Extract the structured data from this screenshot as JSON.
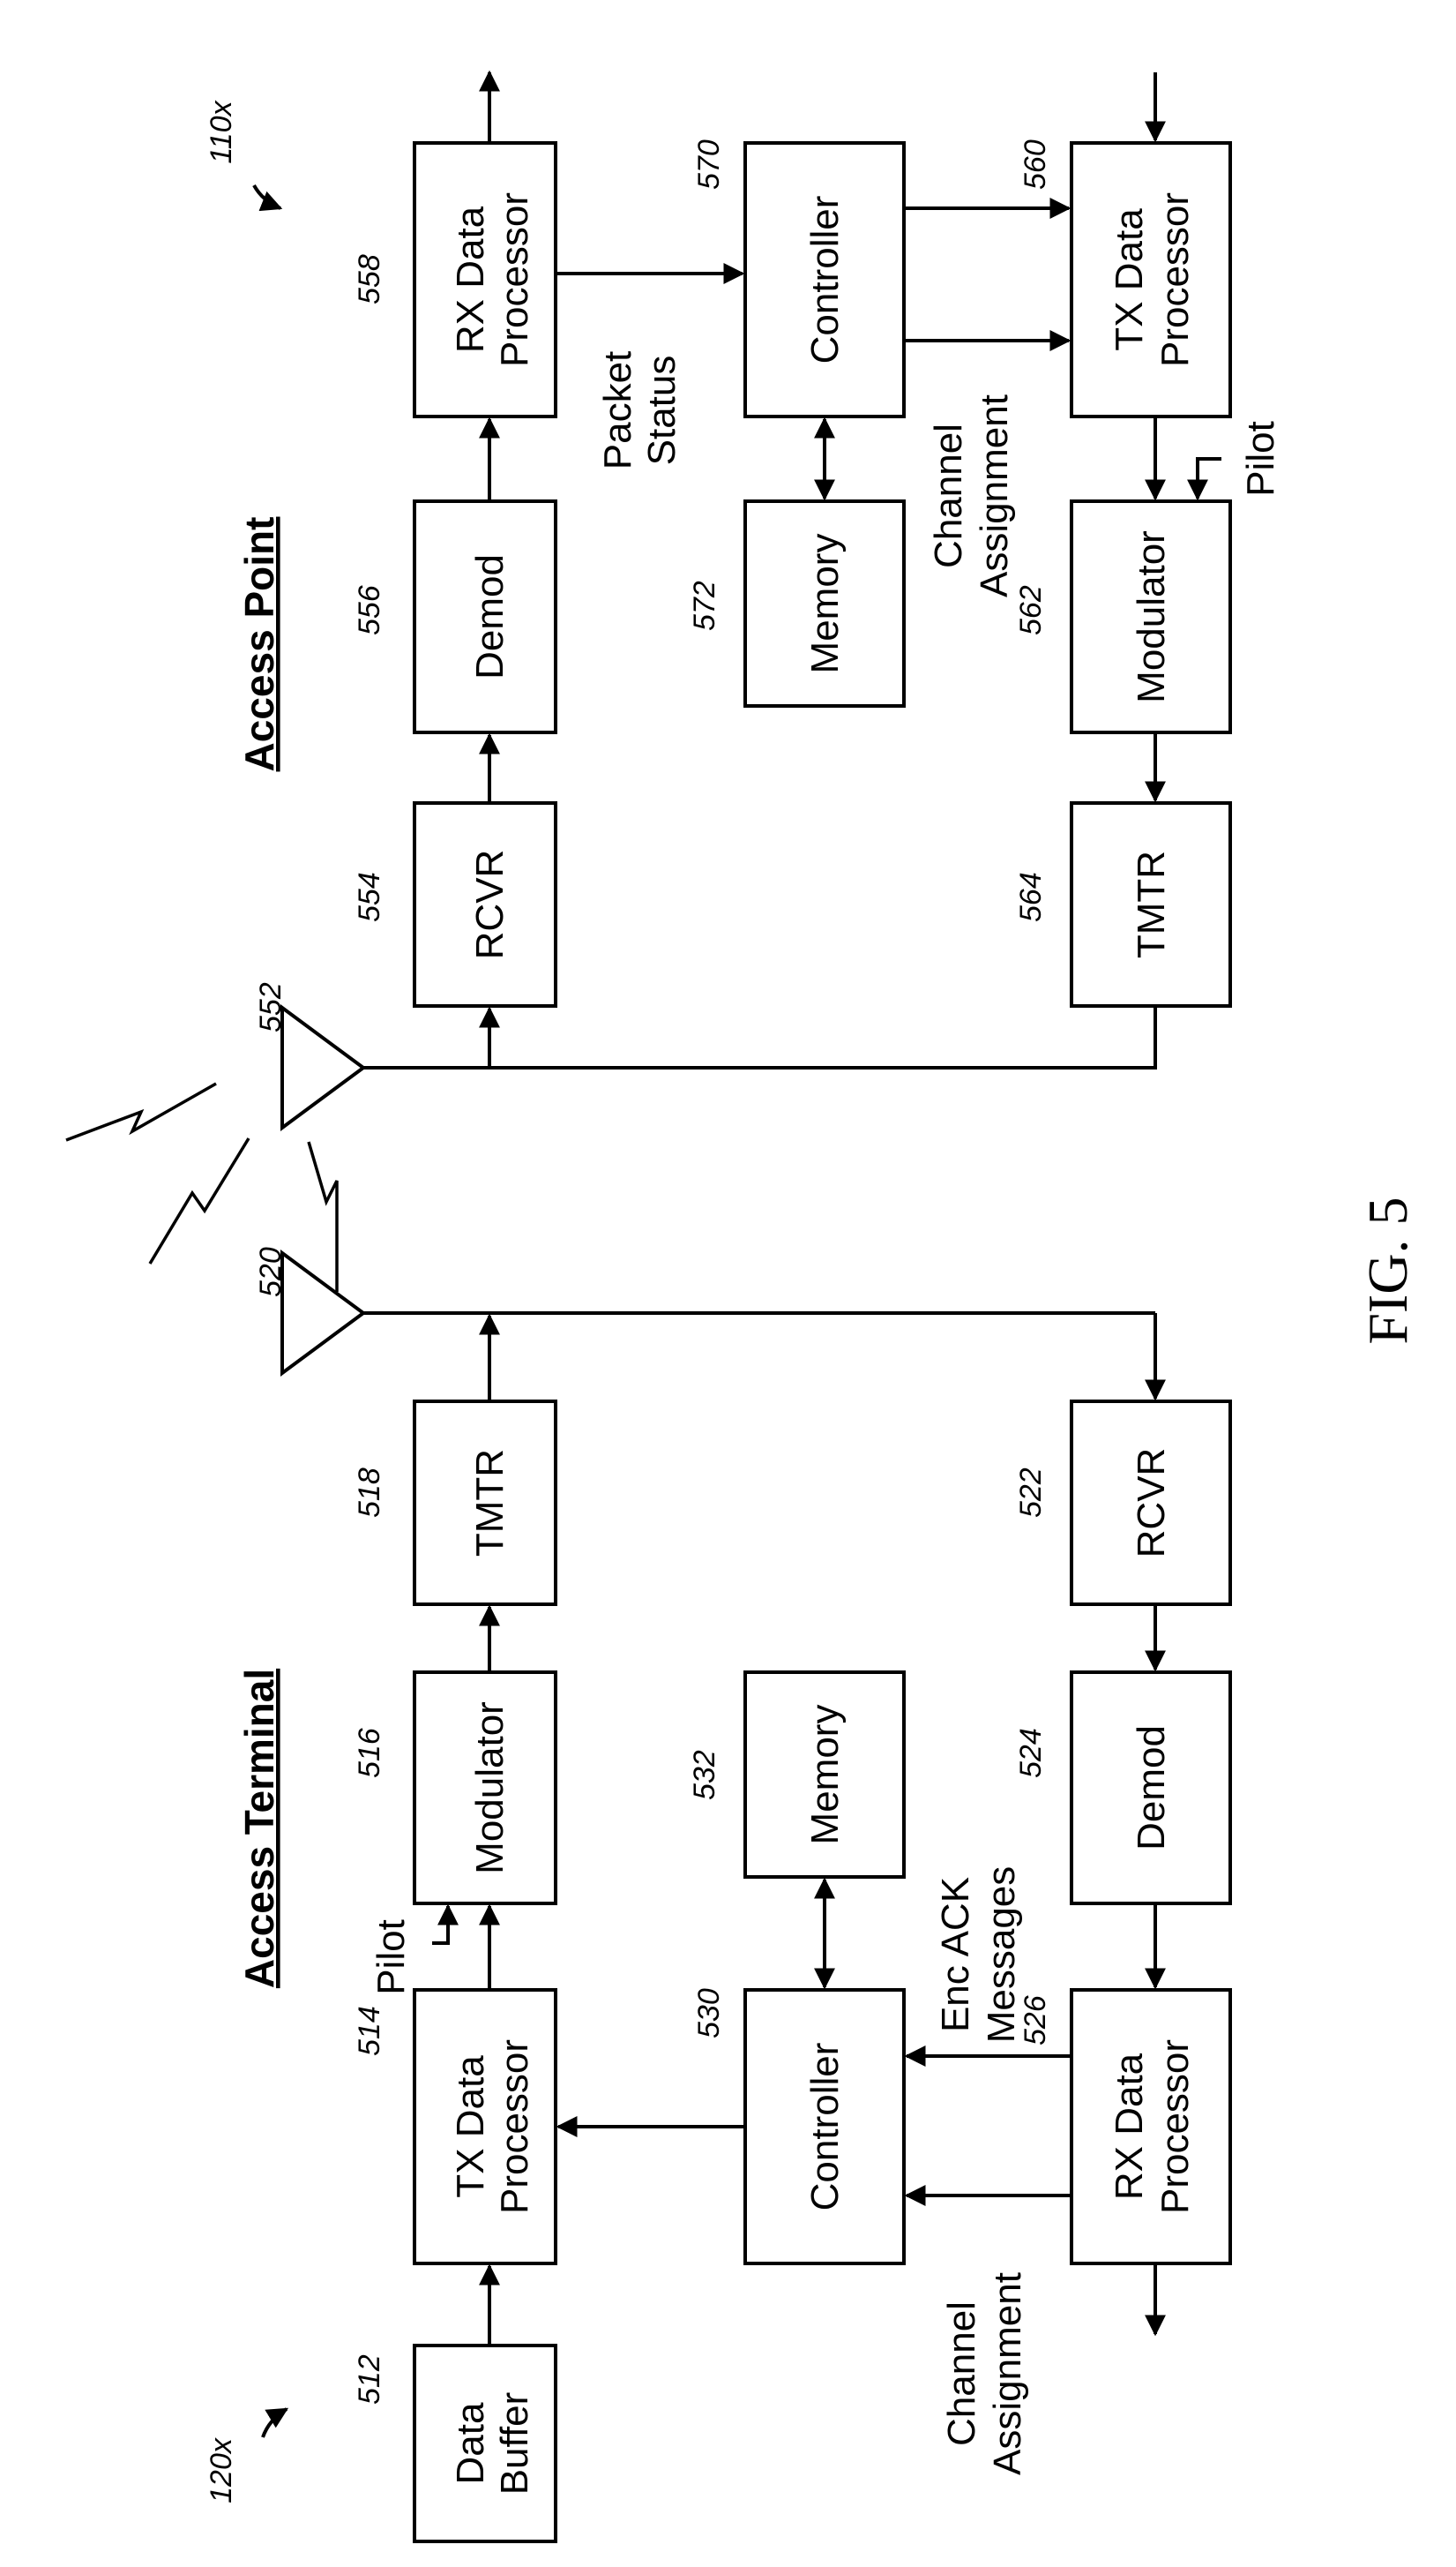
{
  "figure_label": "FIG. 5",
  "access_terminal": {
    "title": "Access Terminal",
    "ref": "120x",
    "blocks": {
      "data_buffer": {
        "ref": "512",
        "line1": "Data",
        "line2": "Buffer"
      },
      "tx_data_processor": {
        "ref": "514",
        "line1": "TX Data",
        "line2": "Processor"
      },
      "modulator": {
        "ref": "516",
        "label": "Modulator"
      },
      "tmtr": {
        "ref": "518",
        "label": "TMTR"
      },
      "antenna": {
        "ref": "520"
      },
      "rcvr": {
        "ref": "522",
        "label": "RCVR"
      },
      "demod": {
        "ref": "524",
        "label": "Demod"
      },
      "rx_data_processor": {
        "ref": "526",
        "line1": "RX Data",
        "line2": "Processor"
      },
      "controller": {
        "ref": "530",
        "label": "Controller"
      },
      "memory": {
        "ref": "532",
        "label": "Memory"
      }
    },
    "signals": {
      "pilot": "Pilot",
      "channel_assignment_1": "Channel",
      "channel_assignment_2": "Assignment",
      "enc_ack_1": "Enc ACK",
      "enc_ack_2": "Messages"
    }
  },
  "access_point": {
    "title": "Access Point",
    "ref": "110x",
    "blocks": {
      "antenna": {
        "ref": "552"
      },
      "rcvr": {
        "ref": "554",
        "label": "RCVR"
      },
      "demod": {
        "ref": "556",
        "label": "Demod"
      },
      "rx_data_processor": {
        "ref": "558",
        "line1": "RX Data",
        "line2": "Processor"
      },
      "tx_data_processor": {
        "ref": "560",
        "line1": "TX Data",
        "line2": "Processor"
      },
      "modulator": {
        "ref": "562",
        "label": "Modulator"
      },
      "tmtr": {
        "ref": "564",
        "label": "TMTR"
      },
      "controller": {
        "ref": "570",
        "label": "Controller"
      },
      "memory": {
        "ref": "572",
        "label": "Memory"
      }
    },
    "signals": {
      "packet_status_1": "Packet",
      "packet_status_2": "Status",
      "channel_assignment_1": "Channel",
      "channel_assignment_2": "Assignment",
      "pilot": "Pilot"
    }
  }
}
